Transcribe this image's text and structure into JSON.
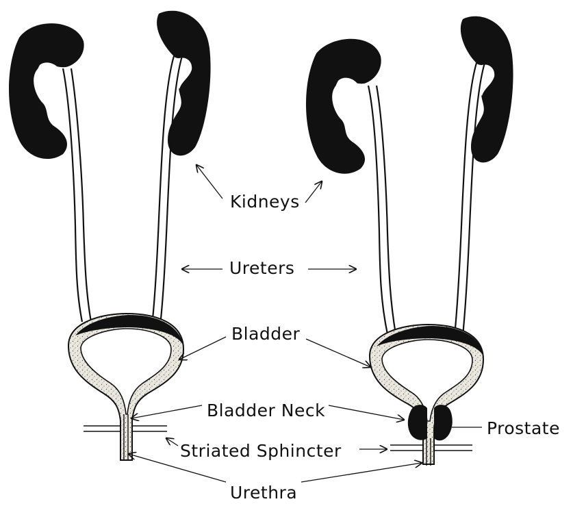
{
  "labels": {
    "kidneys": "Kidneys",
    "ureters": "Ureters",
    "bladder": "Bladder",
    "bladder_neck": "Bladder Neck",
    "prostate": "Prostate",
    "striated_sphincter": "Striated Sphincter",
    "urethra": "Urethra"
  },
  "colors": {
    "ink": "#111111",
    "paper": "#ffffff",
    "tissue_fill": "#e9e6dd"
  }
}
